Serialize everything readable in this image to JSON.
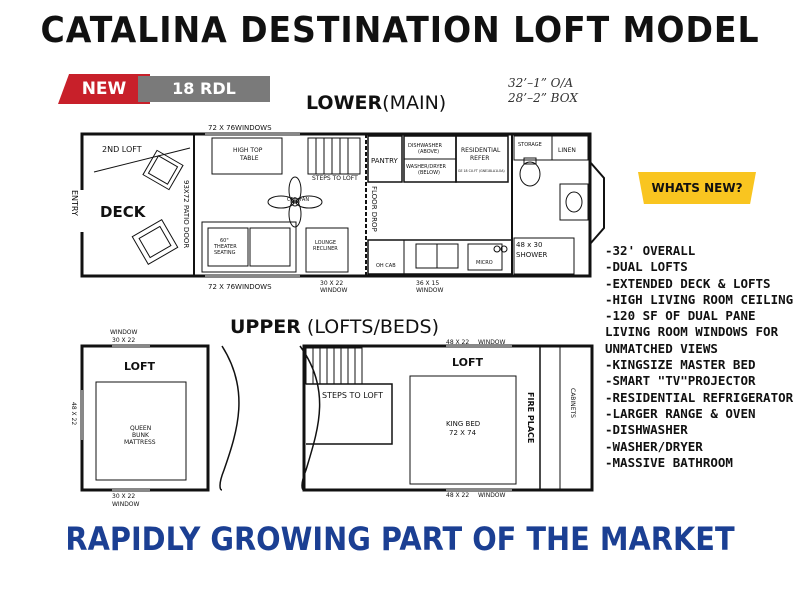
{
  "header": {
    "title": "CATALINA DESTINATION LOFT MODEL",
    "badge_new": "NEW",
    "badge_model": "18 RDL",
    "dims_overall": "32’–1” O/A",
    "dims_box": "28’–2” BOX"
  },
  "lower": {
    "label_bold": "LOWER",
    "label_rest": "(MAIN)",
    "rooms": {
      "second_loft": "2ND LOFT",
      "deck": "DECK",
      "entry": "ENTRY",
      "patio_door": "93X72 PATIO DOOR",
      "high_top_table_1": "HIGH TOP",
      "high_top_table_2": "TABLE",
      "ceil_fan": "CEIL FAN",
      "theater_1": "60\"",
      "theater_2": "THEATER",
      "theater_3": "SEATING",
      "recliner_1": "LOUNGE",
      "recliner_2": "RECLINER",
      "steps": "STEPS TO LOFT",
      "floor_drop": "FLOOR DROP",
      "pantry": "PANTRY",
      "dishwasher_1": "DISHWASHER",
      "dishwasher_2": "(ABOVE)",
      "washer_1": "WASHER/DRYER",
      "washer_2": "(BELOW)",
      "refer_1": "RESIDENTIAL",
      "refer_2": "REFER",
      "refer_3": "GE 18 CU.FT (GNE18LA1LOA)",
      "storage": "STORAGE",
      "linen": "LINEN",
      "oh_cab": "OH CAB",
      "micro": "MICRO",
      "shower_1": "48 x 30",
      "shower_2": "SHOWER"
    },
    "windows": {
      "top": "72 X 76WINDOWS",
      "bottom": "72 X 76WINDOWS",
      "bottom_mid_1": "30 X 22",
      "bottom_mid_2": "WINDOW",
      "bottom_kitchen_1": "36 X 15",
      "bottom_kitchen_2": "WINDOW"
    }
  },
  "upper": {
    "label_bold": "UPPER",
    "label_rest": " (LOFTS/BEDS)",
    "rooms": {
      "loft_left": "LOFT",
      "loft_right": "LOFT",
      "queen_1": "QUEEN",
      "queen_2": "BUNK",
      "queen_3": "MATTRESS",
      "king_1": "KING BED",
      "king_2": "72 X 74",
      "steps": "STEPS TO LOFT",
      "fire_place": "FIRE PLACE",
      "cabinets": "CABINETS"
    },
    "windows": {
      "top_left_1": "WINDOW",
      "top_left_2": "30 X 22",
      "top_right_1": "48 X 22",
      "top_right_2": "WINDOW",
      "side_left": "48 X 22",
      "bottom_left_1": "30 X 22",
      "bottom_left_2": "WINDOW",
      "bottom_right_1": "48 X 22",
      "bottom_right_2": "WINDOW"
    }
  },
  "whats_new": "WHATS NEW?",
  "features": [
    "-32' OVERALL",
    "-DUAL LOFTS",
    "-EXTENDED DECK & LOFTS",
    "-HIGH LIVING ROOM CEILING",
    "-120 SF OF DUAL PANE",
    "LIVING ROOM WINDOWS FOR",
    "UNMATCHED VIEWS",
    "-KINGSIZE MASTER BED",
    "-SMART \"TV\"PROJECTOR",
    "-RESIDENTIAL REFRIGERATOR",
    "-LARGER RANGE & OVEN",
    "-DISHWASHER",
    "-WASHER/DRYER",
    "-MASSIVE BATHROOM"
  ],
  "footer": "RAPIDLY GROWING PART OF THE MARKET",
  "colors": {
    "badge_red": "#c8202a",
    "badge_gray": "#7a7a7a",
    "whats_new_yellow": "#f9c520",
    "footer_blue": "#1b3f93"
  }
}
